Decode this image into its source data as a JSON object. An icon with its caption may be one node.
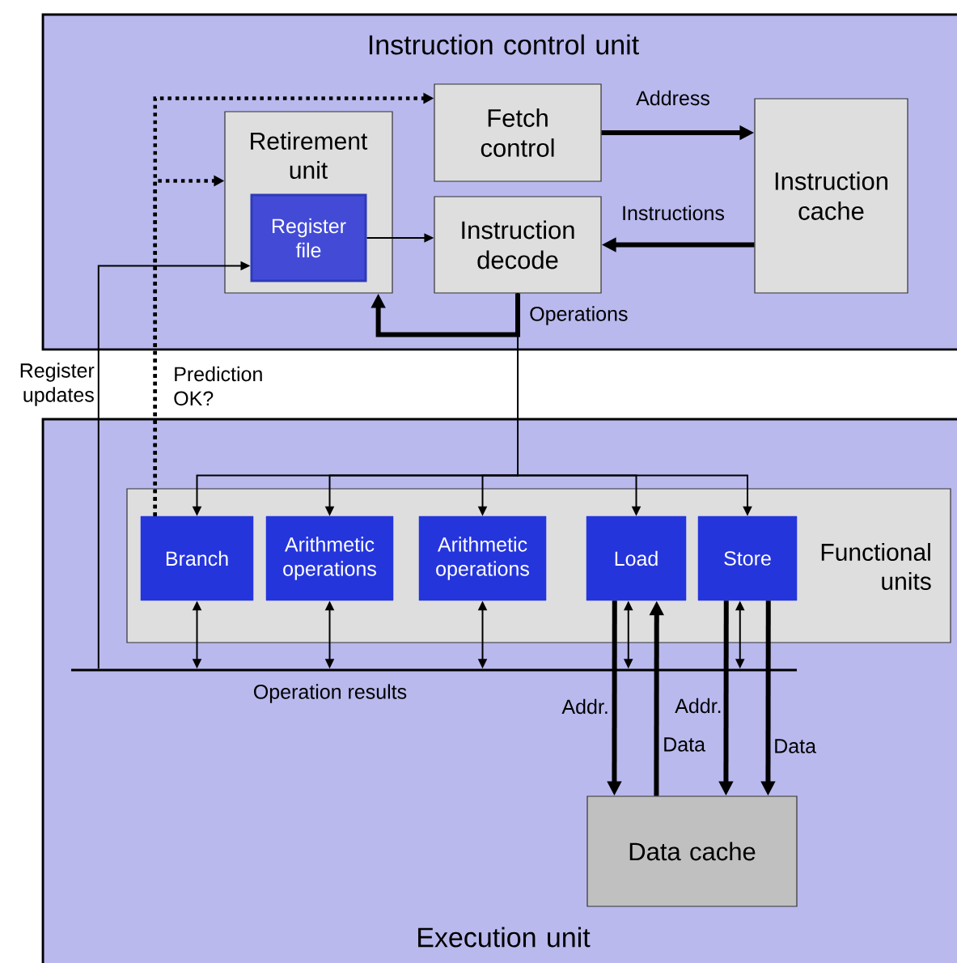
{
  "diagram": {
    "nodes": [
      {
        "text": [
          "Instruction control unit"
        ]
      },
      {
        "text": [
          "Retirement unit"
        ],
        "in": 0
      },
      {
        "text": [
          "Register file"
        ],
        "in": 1
      },
      {
        "text": [
          "Fetch control"
        ],
        "in": 0
      },
      {
        "text": [
          "Instruction decode"
        ],
        "in": 0
      },
      {
        "text": [
          "Instruction cache"
        ],
        "in": 0
      },
      {
        "text": [
          "Execution unit"
        ]
      },
      {
        "text": [
          "Functional units"
        ],
        "in": 6
      },
      {
        "text": [
          "Branch"
        ],
        "in": 7
      },
      {
        "text": [
          "Arithmetic operations"
        ],
        "in": 7
      },
      {
        "text": [
          "Arithmetic operations"
        ],
        "in": 7
      },
      {
        "text": [
          "Load"
        ],
        "in": 7
      },
      {
        "text": [
          "Store"
        ],
        "in": 7
      },
      {
        "text": [
          "Data cache"
        ],
        "in": 6
      },
      {
        "text": [],
        "shape": "bar",
        "beside": [
          "Operation results"
        ],
        "in": 6
      }
    ],
    "edges": [
      {
        "from": 3,
        "to": 5,
        "arrow": "to",
        "label": "Address",
        "style": "thick"
      },
      {
        "from": 5,
        "to": 4,
        "arrow": "to",
        "label": "Instructions",
        "style": "thick"
      },
      {
        "from": 2,
        "to": 4,
        "arrow": "to"
      },
      {
        "from": 4,
        "to": 1,
        "arrow": "to",
        "label": "Operations",
        "style": "thick"
      },
      {
        "from": 4,
        "to": 8,
        "arrow": "to"
      },
      {
        "from": 4,
        "to": 9,
        "arrow": "to"
      },
      {
        "from": 4,
        "to": 10,
        "arrow": "to"
      },
      {
        "from": 4,
        "to": 11,
        "arrow": "to"
      },
      {
        "from": 4,
        "to": 12,
        "arrow": "to"
      },
      {
        "from": 8,
        "to": 3,
        "arrow": "to",
        "label": "Prediction OK?",
        "style": "dashed"
      },
      {
        "from": 8,
        "to": 1,
        "arrow": "to",
        "style": "dashed"
      },
      {
        "from": 14,
        "to": 2,
        "arrow": "to",
        "label": "Register updates"
      },
      {
        "from": 8,
        "to": 14,
        "arrow": "both"
      },
      {
        "from": 9,
        "to": 14,
        "arrow": "both"
      },
      {
        "from": 10,
        "to": 14,
        "arrow": "both"
      },
      {
        "from": 11,
        "to": 14,
        "arrow": "both"
      },
      {
        "from": 12,
        "to": 14,
        "arrow": "both"
      },
      {
        "from": 11,
        "to": 13,
        "arrow": "to",
        "label": "Addr.",
        "style": "thick"
      },
      {
        "from": 13,
        "to": 11,
        "arrow": "to",
        "label": "Data",
        "style": "thick"
      },
      {
        "from": 12,
        "to": 13,
        "arrow": "to",
        "label": "Addr.",
        "style": "thick"
      },
      {
        "from": 12,
        "to": 13,
        "arrow": "to",
        "label": "Data",
        "style": "thick"
      }
    ]
  }
}
